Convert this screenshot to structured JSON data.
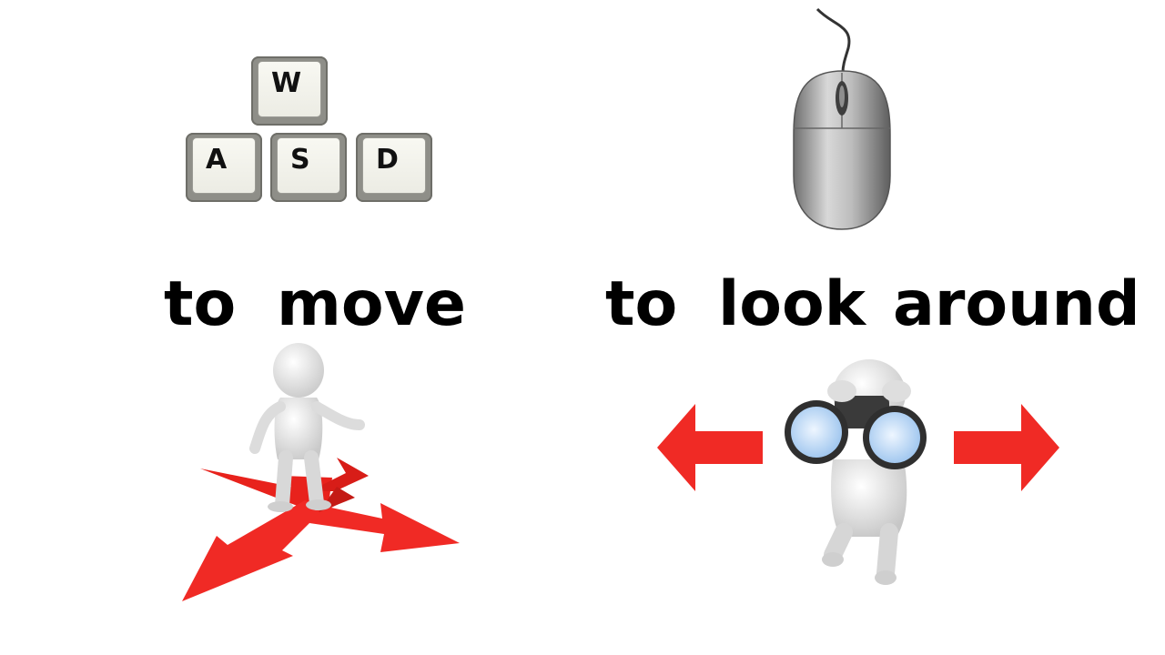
{
  "keys": [
    "W",
    "A",
    "S",
    "D"
  ],
  "move_caption": {
    "word1": "to",
    "word2": "move"
  },
  "look_caption": {
    "word1": "to",
    "word2": "look",
    "word3": "around"
  },
  "icons": {
    "keyboard": "wasd-keys-icon",
    "mouse": "computer-mouse-icon",
    "move_figure": "figure-on-crossroad-arrows-icon",
    "look_figure": "figure-with-binoculars-icon",
    "left_arrow": "arrow-left-icon",
    "right_arrow": "arrow-right-icon"
  },
  "colors": {
    "arrow_red": "#f02a25",
    "key_cap": "#f4f4ee",
    "mouse_gray": "#9a9a9a"
  }
}
